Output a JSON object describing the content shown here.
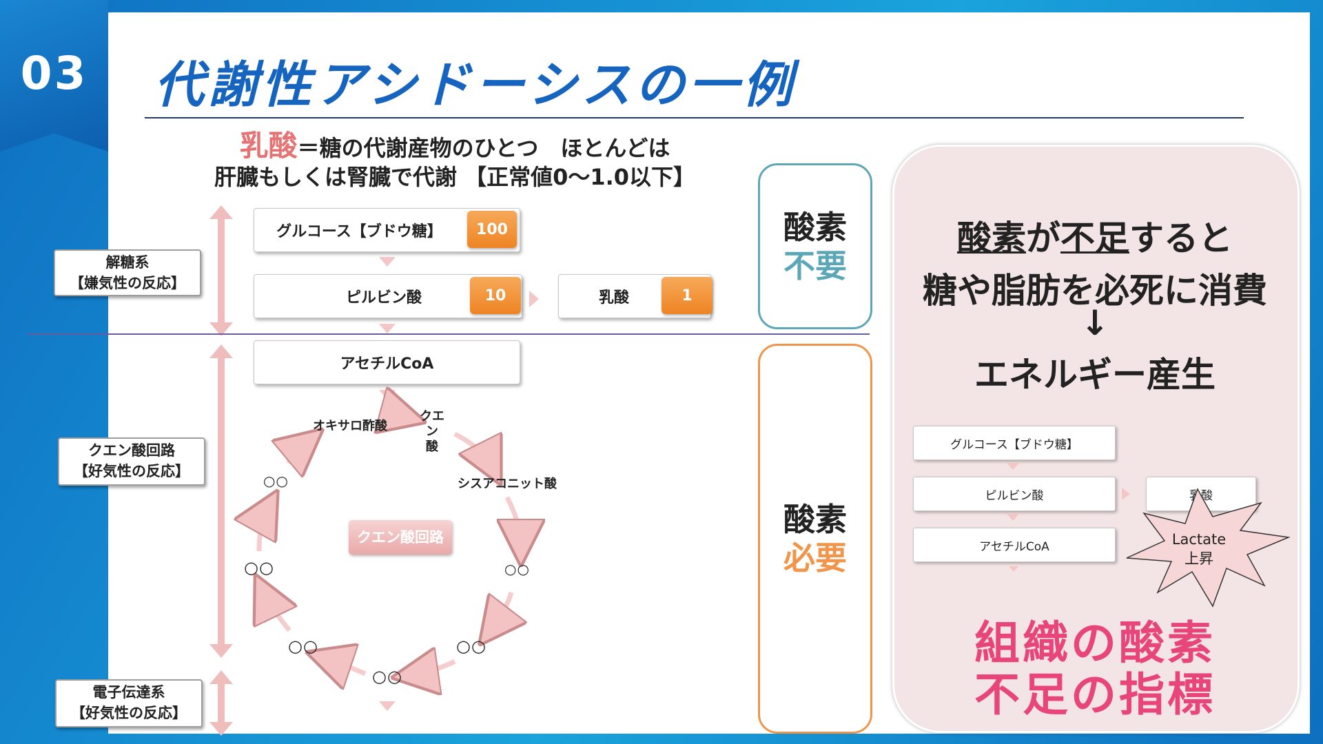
{
  "slide": {
    "number": "03",
    "title": "代謝性アシドーシスの一例"
  },
  "intro": {
    "lactic": "乳酸",
    "line1_rest": "＝糖の代謝産物のひとつ　ほとんどは",
    "line2": "肝臓もしくは腎臓で代謝 【正常値0〜1.0以下】"
  },
  "stages": [
    {
      "name": "解糖系",
      "type": "【嫌気性の反応】"
    },
    {
      "name": "クエン酸回路",
      "type": "【好気性の反応】"
    },
    {
      "name": "電子伝達系",
      "type": "【好気性の反応】"
    }
  ],
  "flow": {
    "glucose": "グルコース【ブドウ糖】",
    "glucose_value": "100",
    "pyruvate": "ピルビン酸",
    "pyruvate_value": "10",
    "lactate": "乳酸",
    "lactate_value": "1",
    "acetyl": "アセチルCoA"
  },
  "cycle": {
    "oxaloacetate": "オキサロ酢酸",
    "citrate": "クエン\n酸",
    "cis_aconitate": "シスアコニット酸",
    "center": "クエン酸回路",
    "unknown_small": "○○",
    "unknown_large": "○○"
  },
  "oxygen": {
    "top": "酸素",
    "not_needed": "不要",
    "needed": "必要"
  },
  "right_panel": {
    "line1_u1": "酸素",
    "line1_mid": "が",
    "line1_u2": "不足",
    "line1_end": "すると",
    "line2": "糖や脂肪を必死に消費",
    "arrow": "↓",
    "line3": "エネルギー産生",
    "mini_glucose": "グルコース【ブドウ糖】",
    "mini_pyruvate": "ピルビン酸",
    "mini_acetyl": "アセチルCoA",
    "mini_lactate": "乳酸",
    "lactate_badge": "Lactate",
    "lactate_up": "上昇",
    "tissue1": "組織の酸素",
    "tissue2": "不足の指標"
  },
  "colors": {
    "title": "#1565c0",
    "badge": "#ee8424",
    "oxygen_not_needed": "#5ba7b8",
    "oxygen_needed": "#f0954a",
    "tissue": "#e8457a",
    "lactic_text": "#e57373"
  }
}
